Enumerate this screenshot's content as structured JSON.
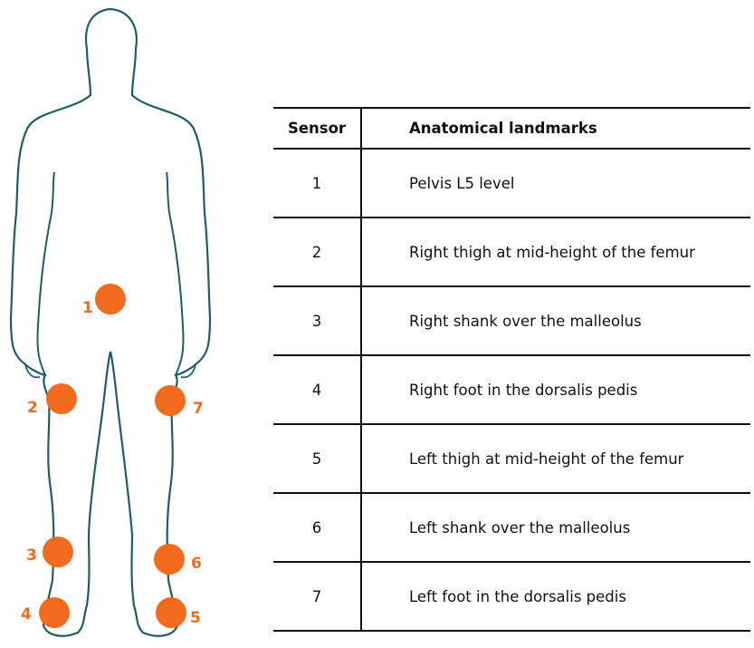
{
  "colors": {
    "outline": "#1f5c6e",
    "marker": "#f26b1d",
    "rule": "#111111"
  },
  "markers": [
    {
      "label": "1"
    },
    {
      "label": "2"
    },
    {
      "label": "7"
    },
    {
      "label": "3"
    },
    {
      "label": "6"
    },
    {
      "label": "4"
    },
    {
      "label": "5"
    }
  ],
  "table": {
    "header": {
      "sensor": "Sensor",
      "landmark": "Anatomical landmarks"
    },
    "rows": [
      {
        "sensor": "1",
        "landmark": "Pelvis L5 level"
      },
      {
        "sensor": "2",
        "landmark": "Right thigh at mid-height of the femur"
      },
      {
        "sensor": "3",
        "landmark": "Right shank over the malleolus"
      },
      {
        "sensor": "4",
        "landmark": "Right foot in the dorsalis pedis"
      },
      {
        "sensor": "5",
        "landmark": "Left thigh at mid-height of the femur"
      },
      {
        "sensor": "6",
        "landmark": "Left shank over the malleolus"
      },
      {
        "sensor": "7",
        "landmark": "Left foot in the dorsalis pedis"
      }
    ]
  }
}
